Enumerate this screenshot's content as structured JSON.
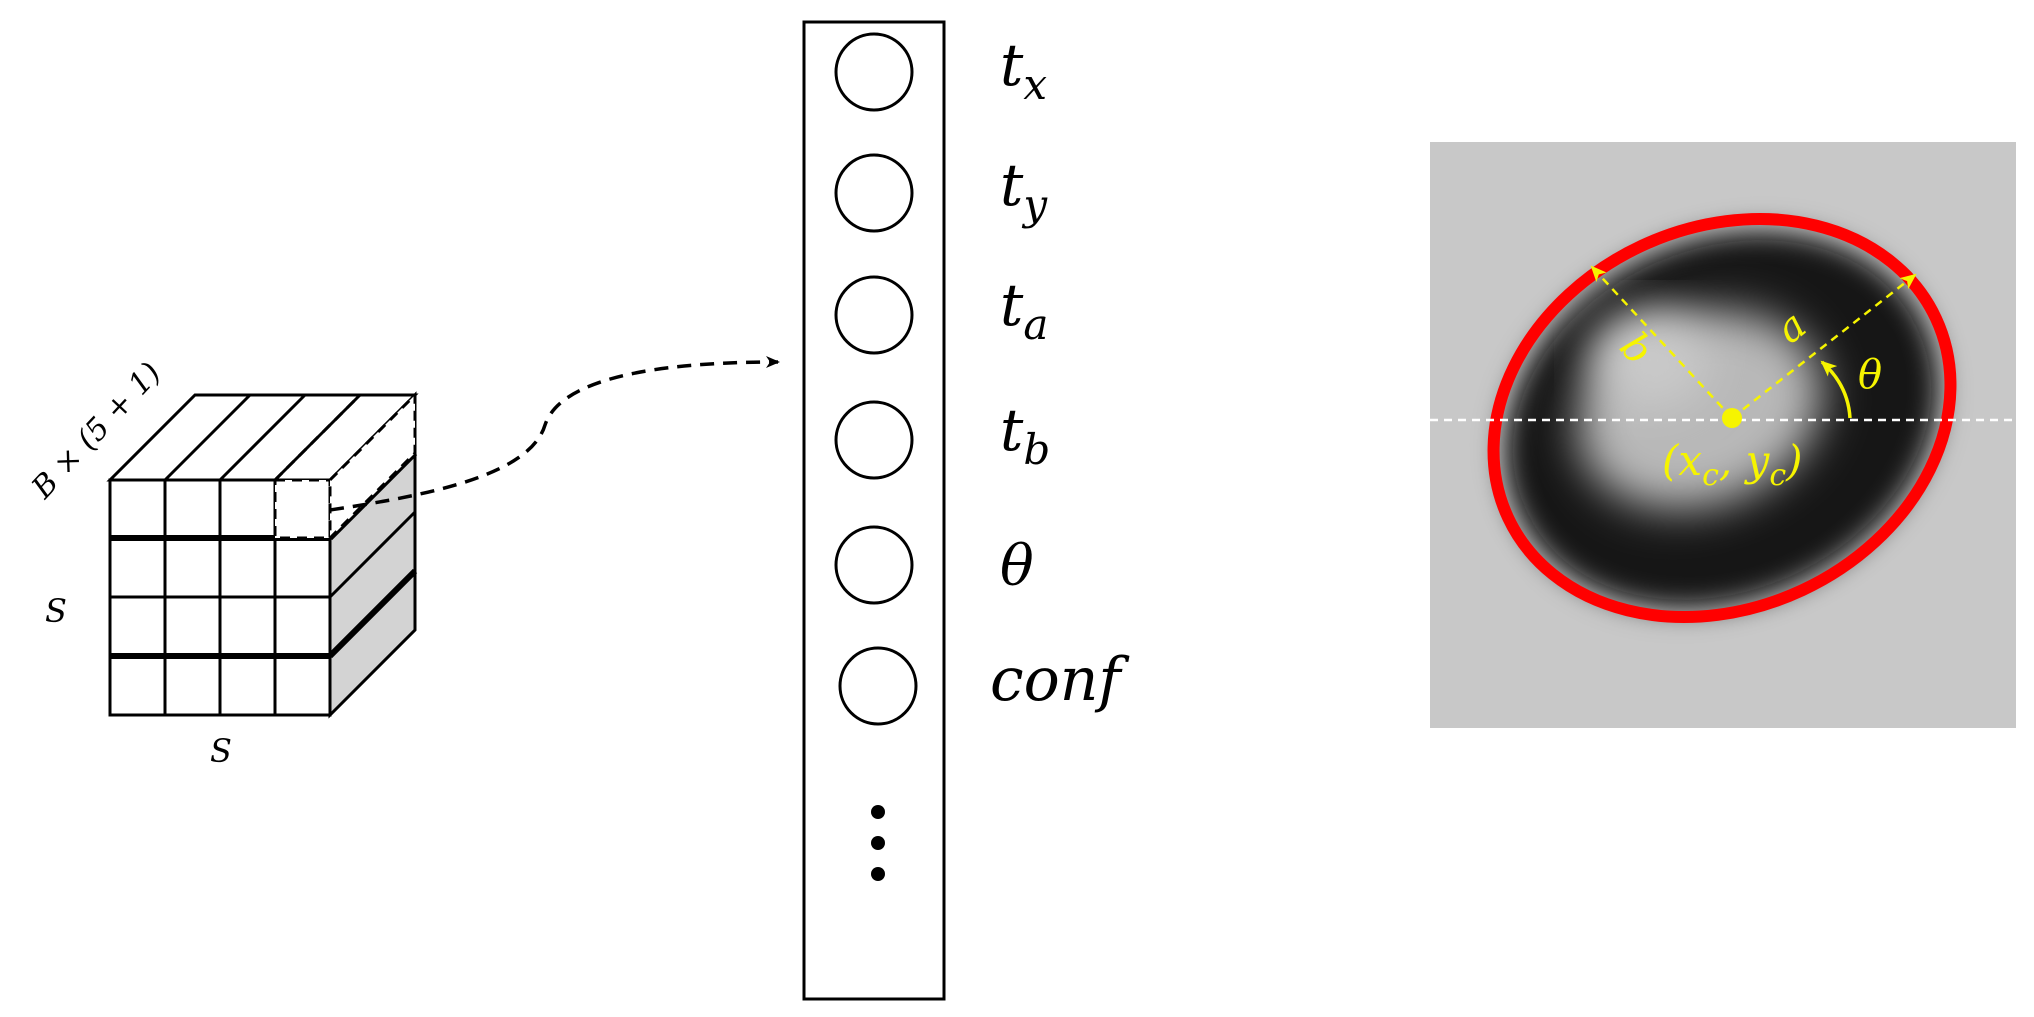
{
  "grid_tensor": {
    "depth_label": "B × (5 + 1)",
    "height_label": "S",
    "width_label": "S"
  },
  "output_vector": {
    "entries": [
      {
        "base": "t",
        "sub": "x"
      },
      {
        "base": "t",
        "sub": "y"
      },
      {
        "base": "t",
        "sub": "a"
      },
      {
        "base": "t",
        "sub": "b"
      },
      {
        "base": "θ",
        "sub": ""
      },
      {
        "base": "conf",
        "sub": ""
      }
    ],
    "ellipsis": "⋮"
  },
  "ellipse_figure": {
    "axis_a_label": "a",
    "axis_b_label": "b",
    "angle_label": "θ",
    "center_label": "(x_c, y_c)",
    "center_label_parts": {
      "open": "(x",
      "sub1": "c",
      "comma": ", y",
      "sub2": "c",
      "close": ")"
    },
    "colors": {
      "ellipse": "#ff0000",
      "annotation": "#f6f400",
      "background": "#c8c8c8",
      "dashed_line": "#ffffff"
    }
  }
}
